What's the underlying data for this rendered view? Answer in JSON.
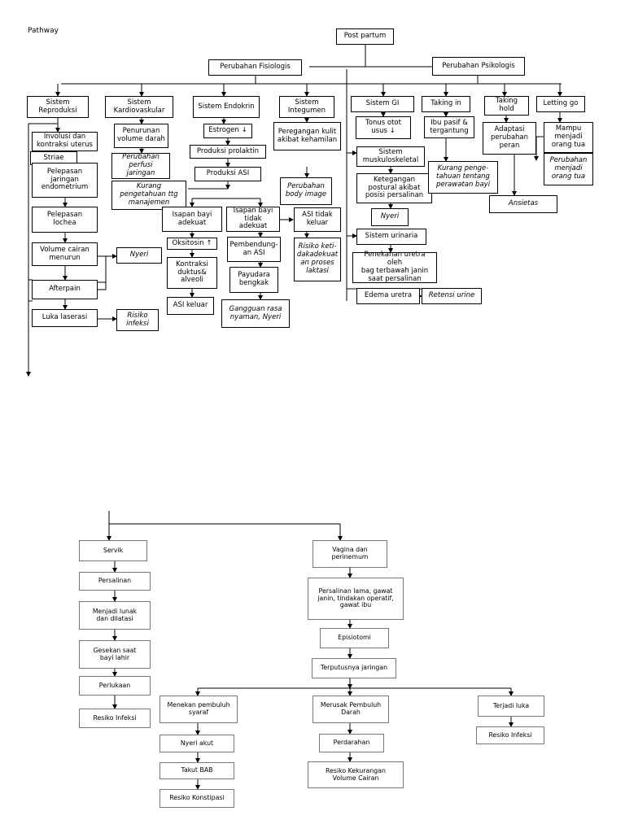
{
  "page_title": "Pathway",
  "nodes": {
    "post_partum": "Post partum",
    "perubahan_fisiologis": "Perubahan Fisiologis",
    "perubahan_psikologis": "Perubahan Psikologis",
    "sistem_reproduksi": "Sistem\nReproduksi",
    "sistem_kardiovaskular": "Sistem\nKardiovaskular",
    "sistem_endokrin": "Sistem Endokrin",
    "sistem_integumen": "Sistem\nIntegumen",
    "sistem_gi": "Sistem GI",
    "taking_in": "Taking in",
    "taking_hold": "Taking\nhold",
    "letting_go": "Letting go",
    "involusi": "Involusi dan\nkontraksi uterus",
    "striae": "Striae",
    "pelepasan_jaringan": "Pelepasan\njaringan\nendometrium",
    "pelepasan_lochea": "Pelepasan\nlochea",
    "volume_cairan": "Volume cairan\nmenurun",
    "nyeri_1": "Nyeri",
    "afterpain": "Afterpain",
    "luka_laserasi": "Luka laserasi",
    "risiko_infeksi_1": "Risiko\ninfeksi",
    "penurunan_volume": "Penurunan\nvolume darah",
    "perubahan_perfusi": "Perubahan\nperfusi jaringan",
    "kurang_pengetahuan": "Kurang\npengetahuan ttg\nmanajemen",
    "estrogen": "Estrogen ↓",
    "produksi_prolaktin": "Produksi prolaktin",
    "produksi_asi": "Produksi ASI",
    "isapan_adekuat": "Isapan bayi\nadekuat",
    "isapan_tidak_adekuat": "Isapan bayi\ntidak adekuat",
    "oksitosin": "Oksitosin ↑",
    "kontraksi_duktus": "Kontraksi\nduktus&\nalveoli",
    "asi_keluar": "ASI keluar",
    "pembendungan_asi": "Pembendung-\nan ASI",
    "payudara_bengkak": "Payudara\nbengkak",
    "gangguan_rasa_nyaman": "Gangguan rasa\nnyaman, Nyeri",
    "peregangan_kulit": "Peregangan kulit\nakibat kehamilan",
    "perubahan_body_image": "Perubahan\nbody image",
    "asi_tidak_keluar": "ASI tidak\nkeluar",
    "risiko_laktasi": "Risiko keti-\ndakadekuat\nan proses\nlaktasi",
    "tonus_otot": "Tonus otot\nusus ↓",
    "sistem_muskuloskeletal": "Sistem\nmuskuloskeletal",
    "ketegangan_postural": "Ketegangan\npostural akibat\nposisi persalinan",
    "nyeri_2": "Nyeri",
    "sistem_urinaria": "Sistem urinaria",
    "penekanan_uretra": "Penekanan uretra oleh\nbag terbawah janin\nsaat persalinan",
    "edema_uretra": "Edema uretra",
    "retensi_urine": "Retensi urine",
    "ibu_pasif": "Ibu pasif &\ntergantung",
    "kurang_pengetahuan_perawatan": "Kurang penge-\ntahuan tentang\nperawatan bayi",
    "adaptasi_peran": "Adaptasi\nperubahan\nperan",
    "ansietas": "Ansietas",
    "mampu_orang_tua": "Mampu\nmenjadi\norang tua",
    "perubahan_orang_tua": "Perubahan\nmenjadi\norang tua",
    "servik": "Servik",
    "persalinan": "Persalinan",
    "menjadi_lunak": "Menjadi lunak\ndan dilatasi",
    "gesekan": "Gesekan saat\nbayi lahir",
    "perlukaan": "Perlukaan",
    "resiko_infeksi_servik": "Resiko Infeksi",
    "vagina_perinemum": "Vagina dan\nperinemum",
    "persalinan_lama": "Persalinan lama, gawat\njanin, tindakan operatif,\ngawat ibu",
    "episiotomi": "Episiotomi",
    "terputusnya_jaringan": "Terputusnya jaringan",
    "menekan_pembuluh": "Menekan pembuluh\nsyaraf",
    "nyeri_akut": "Nyeri akut",
    "takut_bab": "Takut BAB",
    "resiko_konstipasi": "Resiko Konstipasi",
    "merusak_pembuluh": "Merusak Pembuluh\nDarah",
    "perdarahan": "Perdarahan",
    "resiko_kekurangan": "Resiko Kekurangan\nVolume Cairan",
    "terjadi_luka": "Terjadi luka",
    "resiko_infeksi_luka": "Resiko Infeksi"
  }
}
